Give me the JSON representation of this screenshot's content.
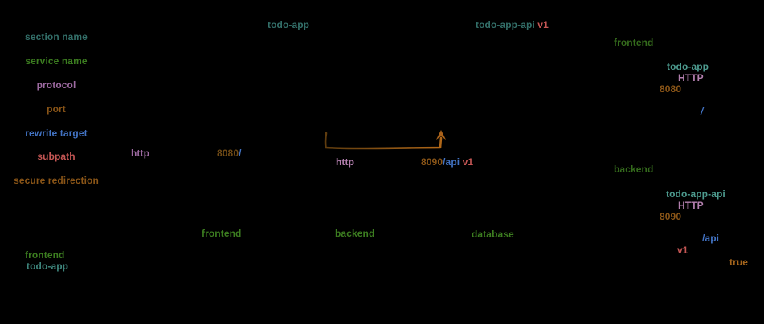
{
  "colors": {
    "background": "#000000",
    "teal": "#336f69",
    "teal_bright": "#4d9b8f",
    "teal_mid": "#3e857c",
    "green": "#3c7d20",
    "green_dark": "#346a1c",
    "plum": "#9d6aa1",
    "plum_bright": "#b37fae",
    "orange": "#8a5517",
    "orange_dark": "#6f4a15",
    "orange_bright": "#a5651c",
    "blue": "#4273c4",
    "red": "#c45654",
    "arrow_dark": "#5f3c0e",
    "arrow_light": "#b06718"
  },
  "annotation_legend": {
    "section_name": "section name",
    "service_name": "service name",
    "protocol": "protocol",
    "port": "port",
    "rewrite_target": "rewrite target",
    "subpath": "subpath",
    "secure_redirection": "secure redirection"
  },
  "top_services": {
    "frontend_service": "todo-app",
    "backend_service": "todo-app-api",
    "backend_version": "v1"
  },
  "frontend_url_parts": {
    "scheme": "http",
    "port": "8080",
    "subpath": "/"
  },
  "backend_url_parts": {
    "scheme": "http",
    "port": "8090",
    "subpath": "/api",
    "rewrite_target": "v1"
  },
  "config_frontend": {
    "section": "frontend",
    "service_name": "todo-app",
    "protocol": "HTTP",
    "port": "8080",
    "subpath": "/"
  },
  "config_backend": {
    "section": "backend",
    "service_name": "todo-app-api",
    "protocol": "HTTP",
    "port": "8090",
    "subpath": "/api",
    "rewrite_target": "v1",
    "secure_redirection": "true"
  },
  "config_sections": {
    "frontend": "frontend",
    "backend": "backend",
    "database": "database"
  },
  "bottom_left_block": {
    "section": "frontend",
    "service_name": "todo-app"
  }
}
